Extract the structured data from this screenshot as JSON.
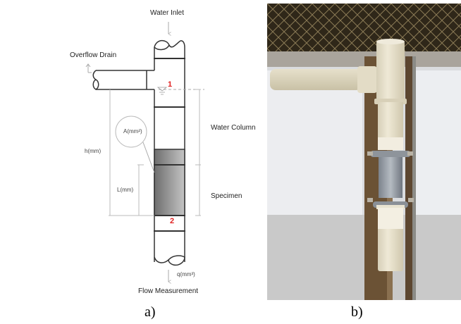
{
  "figure_a": {
    "caption": "a)",
    "labels": {
      "water_inlet": "Water Inlet",
      "overflow_drain": "Overflow Drain",
      "water_column": "Water Column",
      "specimen": "Specimen",
      "flow_measurement": "Flow Measurement",
      "area": "A(mm²)",
      "head": "h(mm)",
      "length": "L(mm)",
      "flow": "q(mm³)",
      "point_1": "1",
      "point_2": "2"
    },
    "colors": {
      "pipe_outline": "#333333",
      "dimension_line": "#bbbbbb",
      "specimen_dark": "#6e6e6e",
      "specimen_light": "#bdbdbd",
      "point_marker": "#e02020"
    }
  },
  "figure_b": {
    "caption": "b)",
    "description": "photo of PVC permeameter tube with overflow T-joint, metal-wrapped specimen section and clamps mounted on wooden post against a wall",
    "colors": {
      "fence": "#3a3020",
      "wall": "#e4e6ea",
      "pvc": "#e9e3cf",
      "wood": "#6b5235",
      "specimen_metal": "#9aa0a8"
    }
  }
}
